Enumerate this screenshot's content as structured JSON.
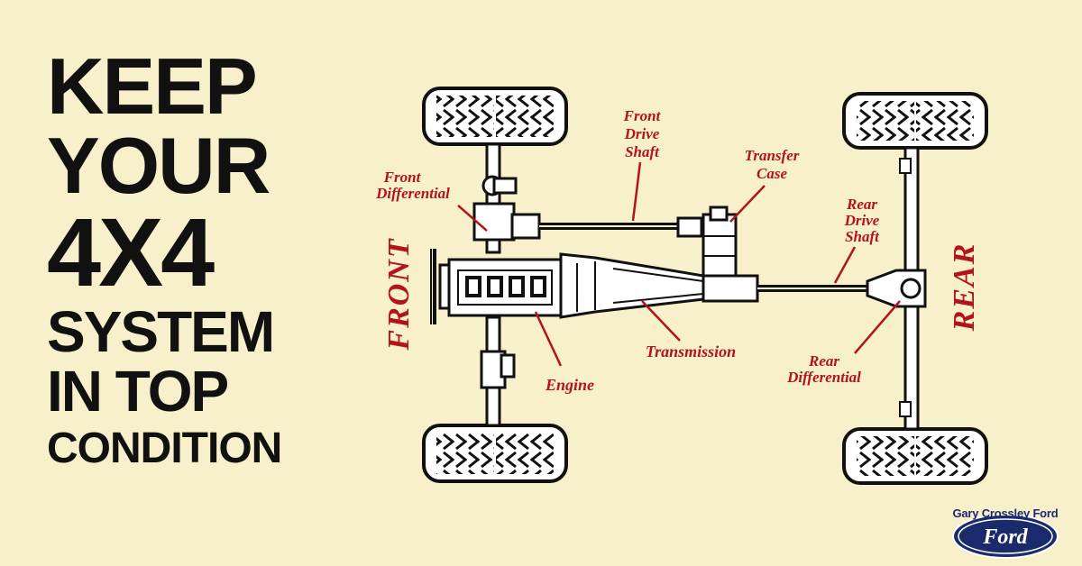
{
  "headline": {
    "line1": "KEEP",
    "line2": "YOUR",
    "line3": "4X4",
    "line4": "SYSTEM",
    "line5": "IN TOP",
    "line6": "CONDITION"
  },
  "diagram": {
    "side_front": "FRONT",
    "side_rear": "REAR",
    "labels": {
      "front_differential_1": "Front",
      "front_differential_2": "Differential",
      "front_drive_shaft_1": "Front",
      "front_drive_shaft_2": "Drive",
      "front_drive_shaft_3": "Shaft",
      "transfer_case_1": "Transfer",
      "transfer_case_2": "Case",
      "rear_drive_shaft_1": "Rear",
      "rear_drive_shaft_2": "Drive",
      "rear_drive_shaft_3": "Shaft",
      "rear_differential_1": "Rear",
      "rear_differential_2": "Differential",
      "engine": "Engine",
      "transmission": "Transmission"
    }
  },
  "logo": {
    "dealer_name": "Gary Crossley Ford",
    "brand": "Ford"
  },
  "colors": {
    "background": "#f8efcb",
    "label_red": "#b0151b",
    "ink": "#111111",
    "ford_blue": "#1b2a6b"
  }
}
